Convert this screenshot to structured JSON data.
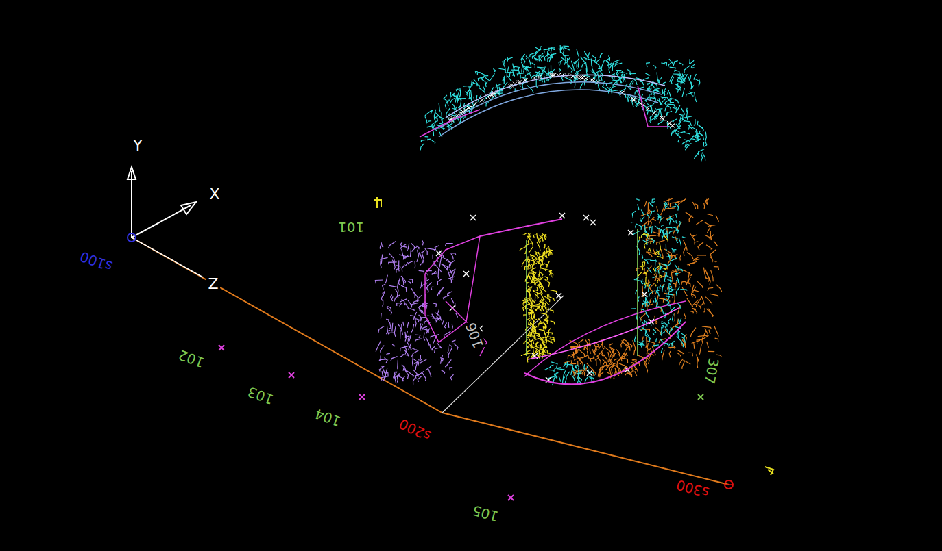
{
  "diagram": {
    "labels": [
      "Y",
      "X",
      "Z",
      "s100",
      "s200",
      "s300",
      "101",
      "102",
      "103",
      "104",
      "105",
      "106",
      "307"
    ]
  }
}
